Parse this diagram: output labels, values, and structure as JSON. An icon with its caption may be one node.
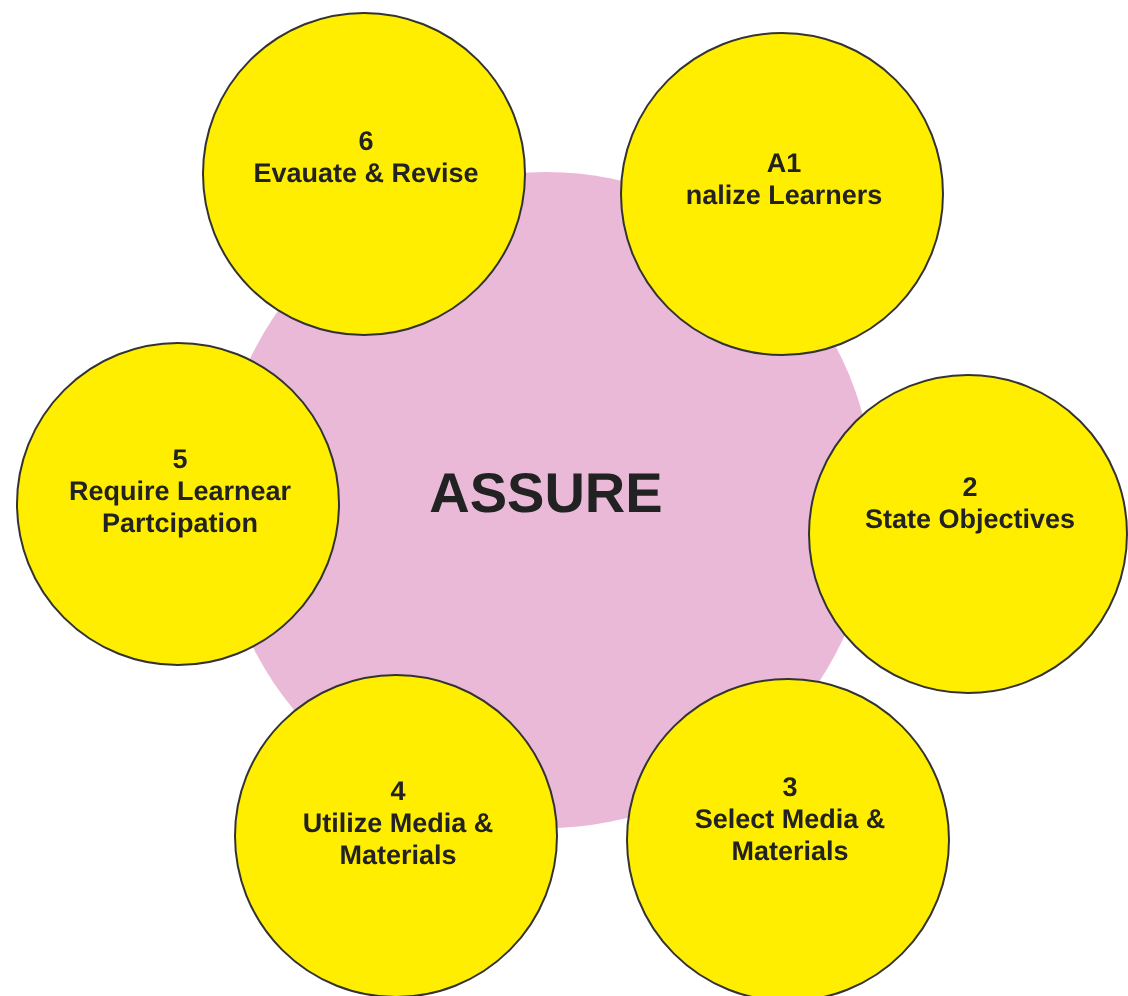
{
  "diagram": {
    "nodes": [
      {
        "text": [
          "6",
          "Evauate & Revise"
        ]
      },
      {
        "text": [
          "A1",
          "nalize Learners"
        ]
      },
      {
        "text": [
          "ASSURE"
        ]
      },
      {
        "text": [
          "5",
          "Require Learnear Partcipation"
        ]
      },
      {
        "text": [
          "2",
          "State Objectives"
        ]
      },
      {
        "text": [
          "4",
          "Utilize Media & Materials"
        ]
      },
      {
        "text": [
          "3",
          "Select Media & Materials"
        ]
      }
    ]
  }
}
